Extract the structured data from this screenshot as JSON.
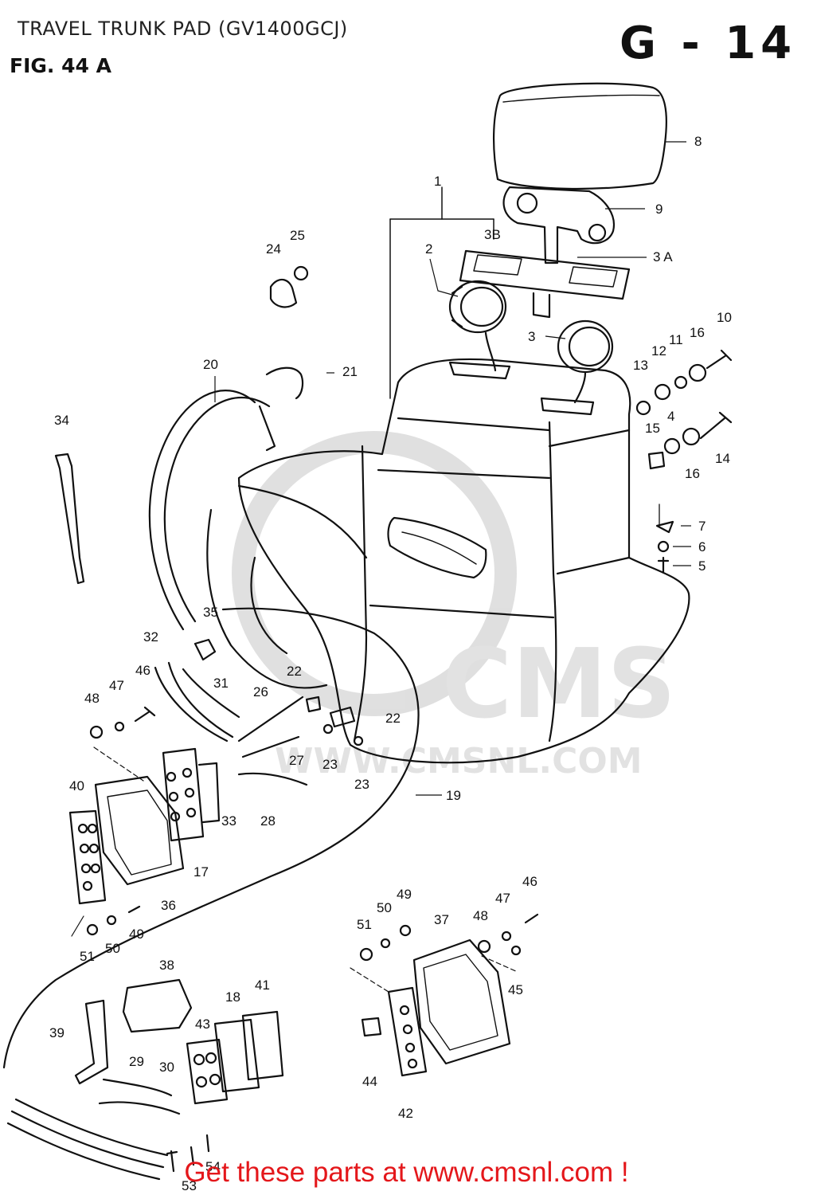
{
  "header": {
    "title": "TRAVEL TRUNK PAD (GV1400GCJ)",
    "figure": "FIG. 44 A",
    "page_code": "G - 14"
  },
  "watermark": {
    "brand": "CMS",
    "url": "WWW.CMSNL.COM"
  },
  "footer": {
    "link_text": "Get these parts at www.cmsnl.com !",
    "link_color": "#e4171b"
  },
  "callouts": {
    "c1": "1",
    "c2": "2",
    "c3": "3",
    "c3a": "3 A",
    "c3b": "3B",
    "c4": "4",
    "c5": "5",
    "c6": "6",
    "c7": "7",
    "c8": "8",
    "c9": "9",
    "c10": "10",
    "c11": "11",
    "c12": "12",
    "c13": "13",
    "c14": "14",
    "c15": "15",
    "c16a": "16",
    "c16b": "16",
    "c17": "17",
    "c18": "18",
    "c19": "19",
    "c20": "20",
    "c21": "21",
    "c22a": "22",
    "c22b": "22",
    "c23a": "23",
    "c23b": "23",
    "c24": "24",
    "c25": "25",
    "c26": "26",
    "c27": "27",
    "c28": "28",
    "c29": "29",
    "c30": "30",
    "c31": "31",
    "c32": "32",
    "c33": "33",
    "c34": "34",
    "c35": "35",
    "c36": "36",
    "c37": "37",
    "c38": "38",
    "c39": "39",
    "c40": "40",
    "c41": "41",
    "c42": "42",
    "c43": "43",
    "c44": "44",
    "c45": "45",
    "c46a": "46",
    "c46b": "46",
    "c47a": "47",
    "c47b": "47",
    "c48a": "48",
    "c48b": "48",
    "c49a": "49",
    "c49b": "49",
    "c50a": "50",
    "c50b": "50",
    "c51a": "51",
    "c51b": "51",
    "c53": "53",
    "c54": "54"
  }
}
